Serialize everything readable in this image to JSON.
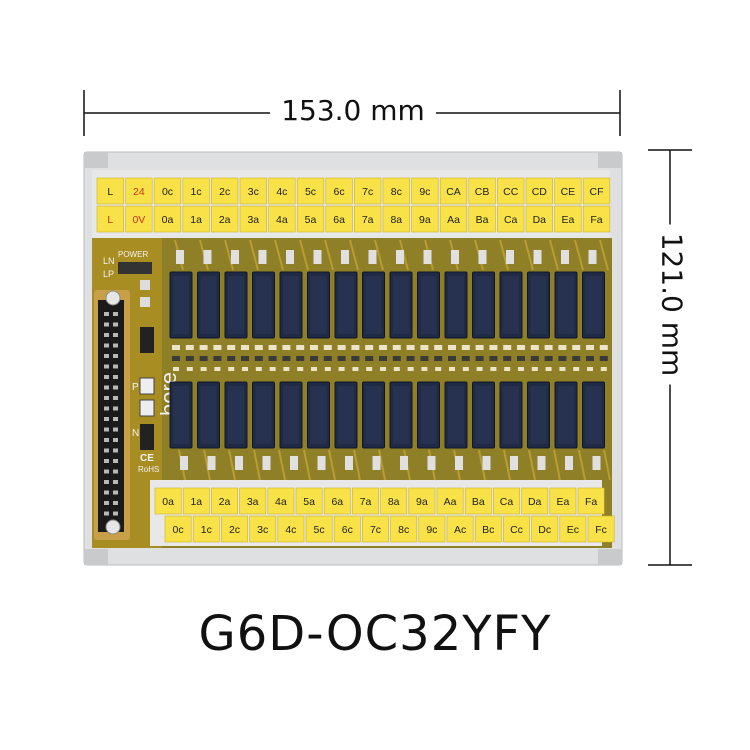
{
  "dimensions": {
    "width_label": "153.0 mm",
    "height_label": "121.0 mm"
  },
  "product": {
    "model": "G6D-OC32YFY"
  },
  "board": {
    "pcb_labels": {
      "power": "POWER",
      "ln": "LN",
      "lp": "LP",
      "p": "P",
      "n": "N",
      "ce": "CE",
      "rohs": "RoHS",
      "brand": "bore"
    },
    "top_terminals": {
      "row1": [
        "L",
        "24",
        "0c",
        "1c",
        "2c",
        "3c",
        "4c",
        "5c",
        "6c",
        "7c",
        "8c",
        "9c",
        "CA",
        "CB",
        "CC",
        "CD",
        "CE",
        "CF"
      ],
      "row2": [
        "L",
        "0V",
        "0a",
        "1a",
        "2a",
        "3a",
        "4a",
        "5a",
        "6a",
        "7a",
        "8a",
        "9a",
        "Aa",
        "Ba",
        "Ca",
        "Da",
        "Ea",
        "Fa"
      ]
    },
    "bottom_terminals": {
      "row1": [
        "0a",
        "1a",
        "2a",
        "3a",
        "4a",
        "5a",
        "6a",
        "7a",
        "8a",
        "9a",
        "Aa",
        "Ba",
        "Ca",
        "Da",
        "Ea",
        "Fa"
      ],
      "row2": [
        "0c",
        "1c",
        "2c",
        "3c",
        "4c",
        "5c",
        "6c",
        "7c",
        "8c",
        "9c",
        "Ac",
        "Bc",
        "Cc",
        "Dc",
        "Ec",
        "Fc"
      ]
    },
    "colors": {
      "terminal": "#f8e247",
      "pcb": "#9a8a2a",
      "relay": "#1f2a44",
      "rail": "#d6d7d9",
      "red_label": "#d03020"
    }
  }
}
